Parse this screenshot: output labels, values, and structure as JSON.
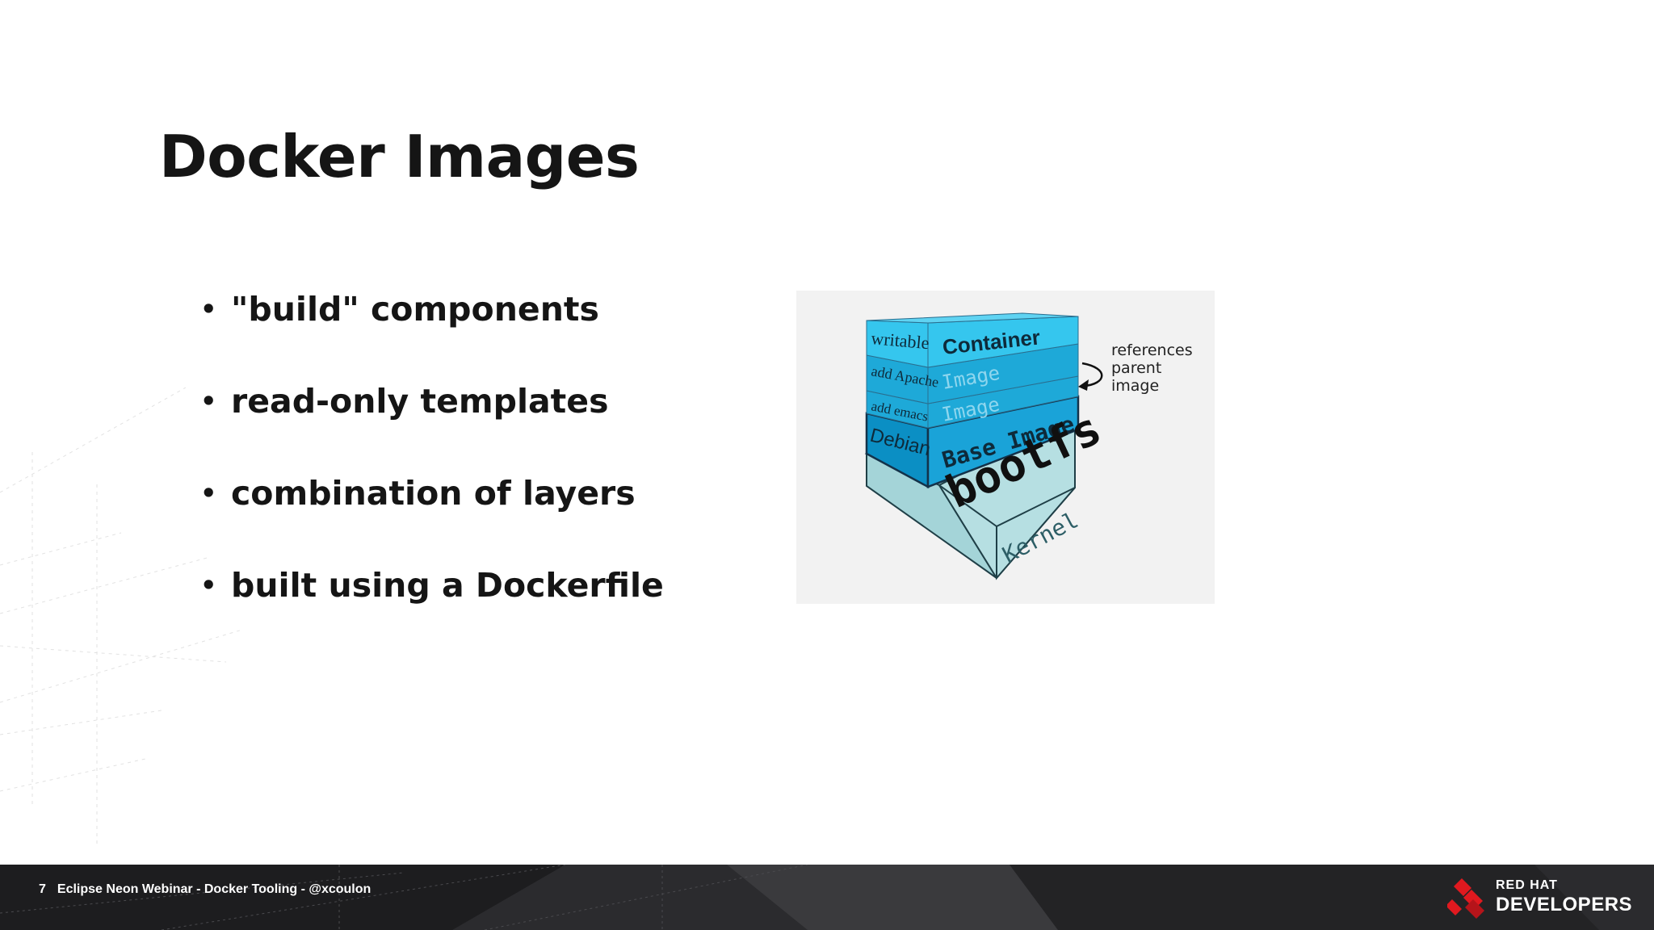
{
  "slide": {
    "title": "Docker Images",
    "bullets": [
      "\"build\" components",
      "read-only templates",
      "combination of layers",
      "built using a Dockerfile"
    ]
  },
  "diagram": {
    "layers": {
      "writable": "writable",
      "container": "Container",
      "add_apache": "add Apache",
      "image_1": "Image",
      "add_emacs": "add emacs",
      "image_2": "Image",
      "debian": "Debian",
      "base_image": "Base Image",
      "bootfs": "bootfs",
      "kernel": "Kernel"
    },
    "annotation": [
      "references",
      "parent",
      "image"
    ],
    "colors": {
      "top_layer": "#35c6ee",
      "layers": "#1ea9d8",
      "base_front": "#0b8fc4",
      "bootfs": "#bde3e5"
    }
  },
  "footer": {
    "page_number": "7",
    "caption": "Eclipse Neon Webinar - Docker Tooling - @xcoulon",
    "logo": {
      "line1": "RED HAT",
      "line2": "DEVELOPERS"
    },
    "colors": {
      "bar": "#2b2b2e",
      "logo_red": "#e0191f"
    }
  }
}
